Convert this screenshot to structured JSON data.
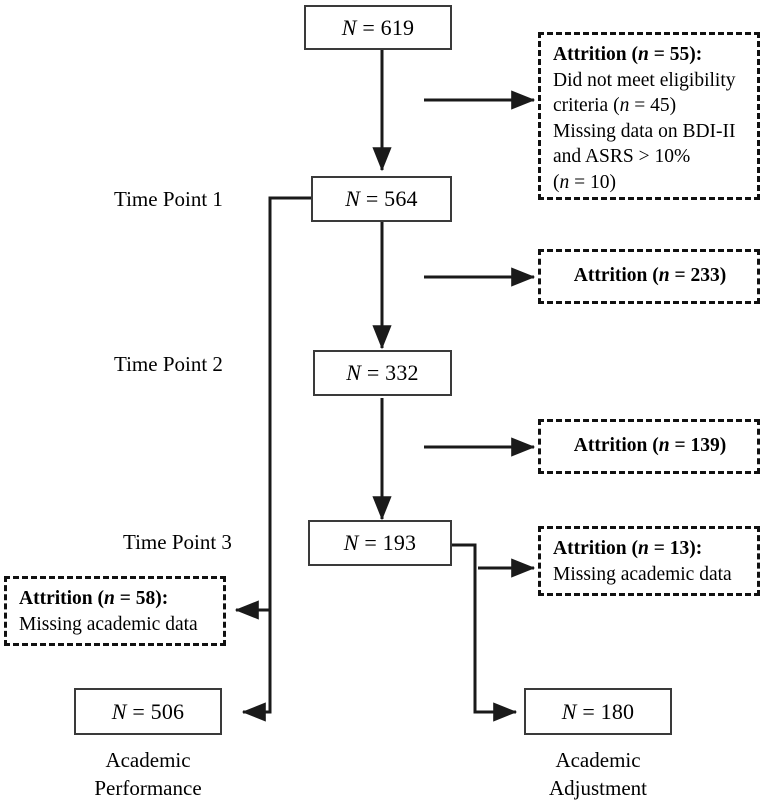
{
  "figure": {
    "type": "participant-flow-diagram",
    "title": "",
    "stage_labels": [
      {
        "id": "tp1",
        "text": "Time Point 1"
      },
      {
        "id": "tp2",
        "text": "Time Point 2"
      },
      {
        "id": "tp3",
        "text": "Time Point 3"
      }
    ],
    "sample_boxes": [
      {
        "id": "n619",
        "prefix": "N",
        "eq": " = ",
        "value": "619",
        "text": "N = 619"
      },
      {
        "id": "n564",
        "prefix": "N",
        "eq": " = ",
        "value": "564",
        "text": "N = 564"
      },
      {
        "id": "n332",
        "prefix": "N",
        "eq": " = ",
        "value": "332",
        "text": "N = 332"
      },
      {
        "id": "n193",
        "prefix": "N",
        "eq": " = ",
        "value": "193",
        "text": "N = 193"
      },
      {
        "id": "n506",
        "prefix": "N",
        "eq": " = ",
        "value": "506",
        "text": "N = 506"
      },
      {
        "id": "n180",
        "prefix": "N",
        "eq": " = ",
        "value": "180",
        "text": "N = 180"
      }
    ],
    "attrition_boxes": [
      {
        "id": "attr55",
        "header": "Attrition (n = 55):",
        "header_word": "Attrition (",
        "header_n": "n",
        "header_rest": " = 55):",
        "lines": [
          "Did not meet eligibility",
          "criteria (n = 45)",
          "Missing data on BDI-II",
          "and ASRS > 10%",
          "(n = 10)"
        ]
      },
      {
        "id": "attr233",
        "header": "Attrition (n = 233)",
        "header_word": "Attrition (",
        "header_n": "n",
        "header_rest": " = 233)",
        "lines": []
      },
      {
        "id": "attr139",
        "header": "Attrition (n = 139)",
        "header_word": "Attrition (",
        "header_n": "n",
        "header_rest": " = 139)",
        "lines": []
      },
      {
        "id": "attr13",
        "header": "Attrition (n = 13):",
        "header_word": "Attrition (",
        "header_n": "n",
        "header_rest": " = 13):",
        "lines": [
          "Missing academic data"
        ]
      },
      {
        "id": "attr58",
        "header": "Attrition (n = 58):",
        "header_word": "Attrition (",
        "header_n": "n",
        "header_rest": " = 58):",
        "lines": [
          "Missing academic data"
        ]
      }
    ],
    "outcome_captions": [
      {
        "id": "academic-performance",
        "line1": "Academic",
        "line2": "Performance"
      },
      {
        "id": "academic-adjustment",
        "line1": "Academic",
        "line2": "Adjustment"
      }
    ],
    "colors": {
      "stroke": "#1a1a1a",
      "box_border": "#3a3a3a",
      "background": "#ffffff",
      "text": "#000000"
    }
  }
}
